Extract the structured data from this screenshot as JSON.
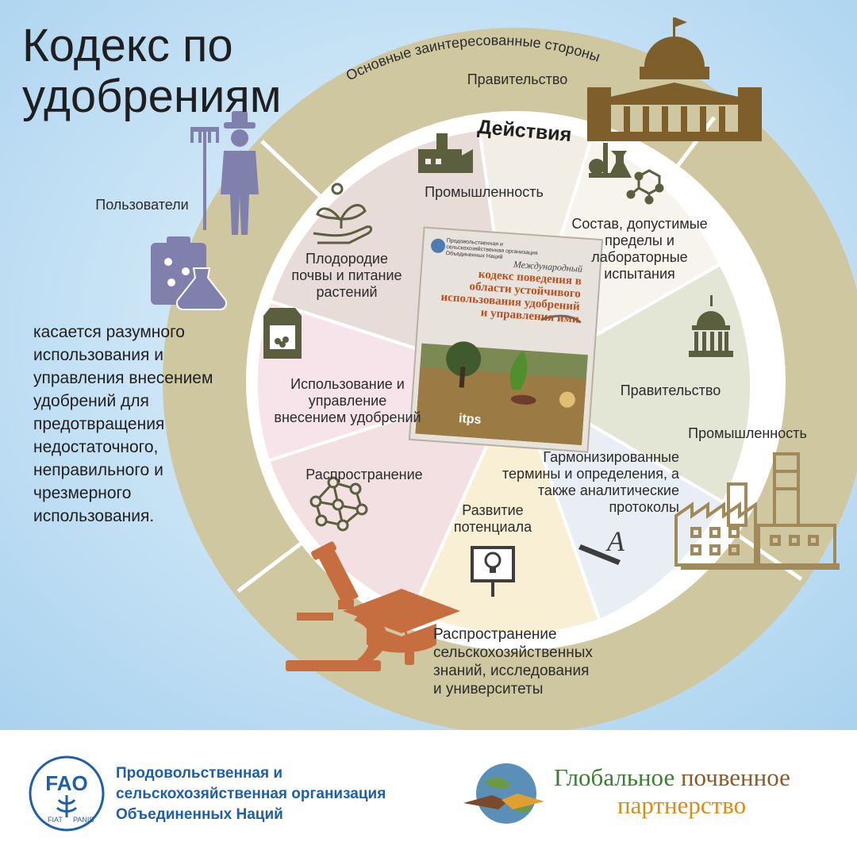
{
  "title": {
    "line1": "Кодекс по",
    "line2": "удобрениям"
  },
  "outer_ring": {
    "heading": "Основные заинтересованные стороны",
    "government": "Правительство",
    "users": "Пользователи",
    "industry": "Промышленность",
    "academia": [
      "Распространение",
      "сельскохозяйственных",
      "знаний, исследования",
      "и университеты"
    ]
  },
  "inner_ring": {
    "heading": "Действия",
    "industry": "Промышленность",
    "composition": [
      "Состав, допустимые",
      "пределы и",
      "лабораторные",
      "испытания"
    ],
    "government": "Правительство",
    "terms": [
      "Гармонизированные",
      "термины и определения, а",
      "также аналитические",
      "протоколы"
    ],
    "capacity": [
      "Развитие",
      "потенциала"
    ],
    "dissemination": "Распространение",
    "fertilizer_use": [
      "Использование и",
      "управление",
      "внесением удобрений"
    ],
    "soil_fertility": [
      "Плодородие",
      "почвы и питание",
      "растений"
    ]
  },
  "book": {
    "org": [
      "Продовольственная и",
      "сельскохозяйственная организация",
      "Объединенных Наций"
    ],
    "title": [
      "Международный",
      "кодекс поведения в",
      "области устойчивого",
      "использования удобрений",
      "и управления ими"
    ],
    "badge": "itps"
  },
  "description": [
    "касается разумного",
    "использования и",
    "управления внесением",
    "удобрений для",
    "предотвращения",
    "недостаточного,",
    "неправильного и",
    "чрезмерного",
    "использования."
  ],
  "footer": {
    "fao_name": [
      "Продовольственная и",
      "сельскохозяйственная организация",
      "Объединенных Наций"
    ],
    "fao_logo_text": [
      "FAO",
      "FIAT",
      "PANIS"
    ],
    "gsp_line1_a": "Глобальное",
    "gsp_line1_b": "почвенное",
    "gsp_line2": "партнерство"
  },
  "colors": {
    "sky": "#bcdcf2",
    "outer_ring": "#cfc7a0",
    "inner_bg": "#f3f0e8",
    "icon_dark": "#5b5f3d",
    "icon_purple": "#8080ad",
    "icon_brown": "#7e5f2c",
    "icon_orange": "#c66e3f",
    "fao_blue": "#1f5ea8",
    "gsp_green": "#3f7b36",
    "gsp_orange": "#e08a16"
  },
  "icons": [
    "factory-icon",
    "lab-flask-icon",
    "molecule-icon",
    "capitol-icon",
    "pencil-letter-icon",
    "presentation-bulb-icon",
    "network-icon",
    "fertilizer-bag-icon",
    "hand-sprout-icon",
    "farmer-icon",
    "clipboard-flask-icon",
    "capitol-building-icon",
    "industrial-plant-icon",
    "microscope-icon",
    "graduation-cap-icon",
    "fao-logo-icon",
    "gsp-globe-handshake-icon"
  ]
}
